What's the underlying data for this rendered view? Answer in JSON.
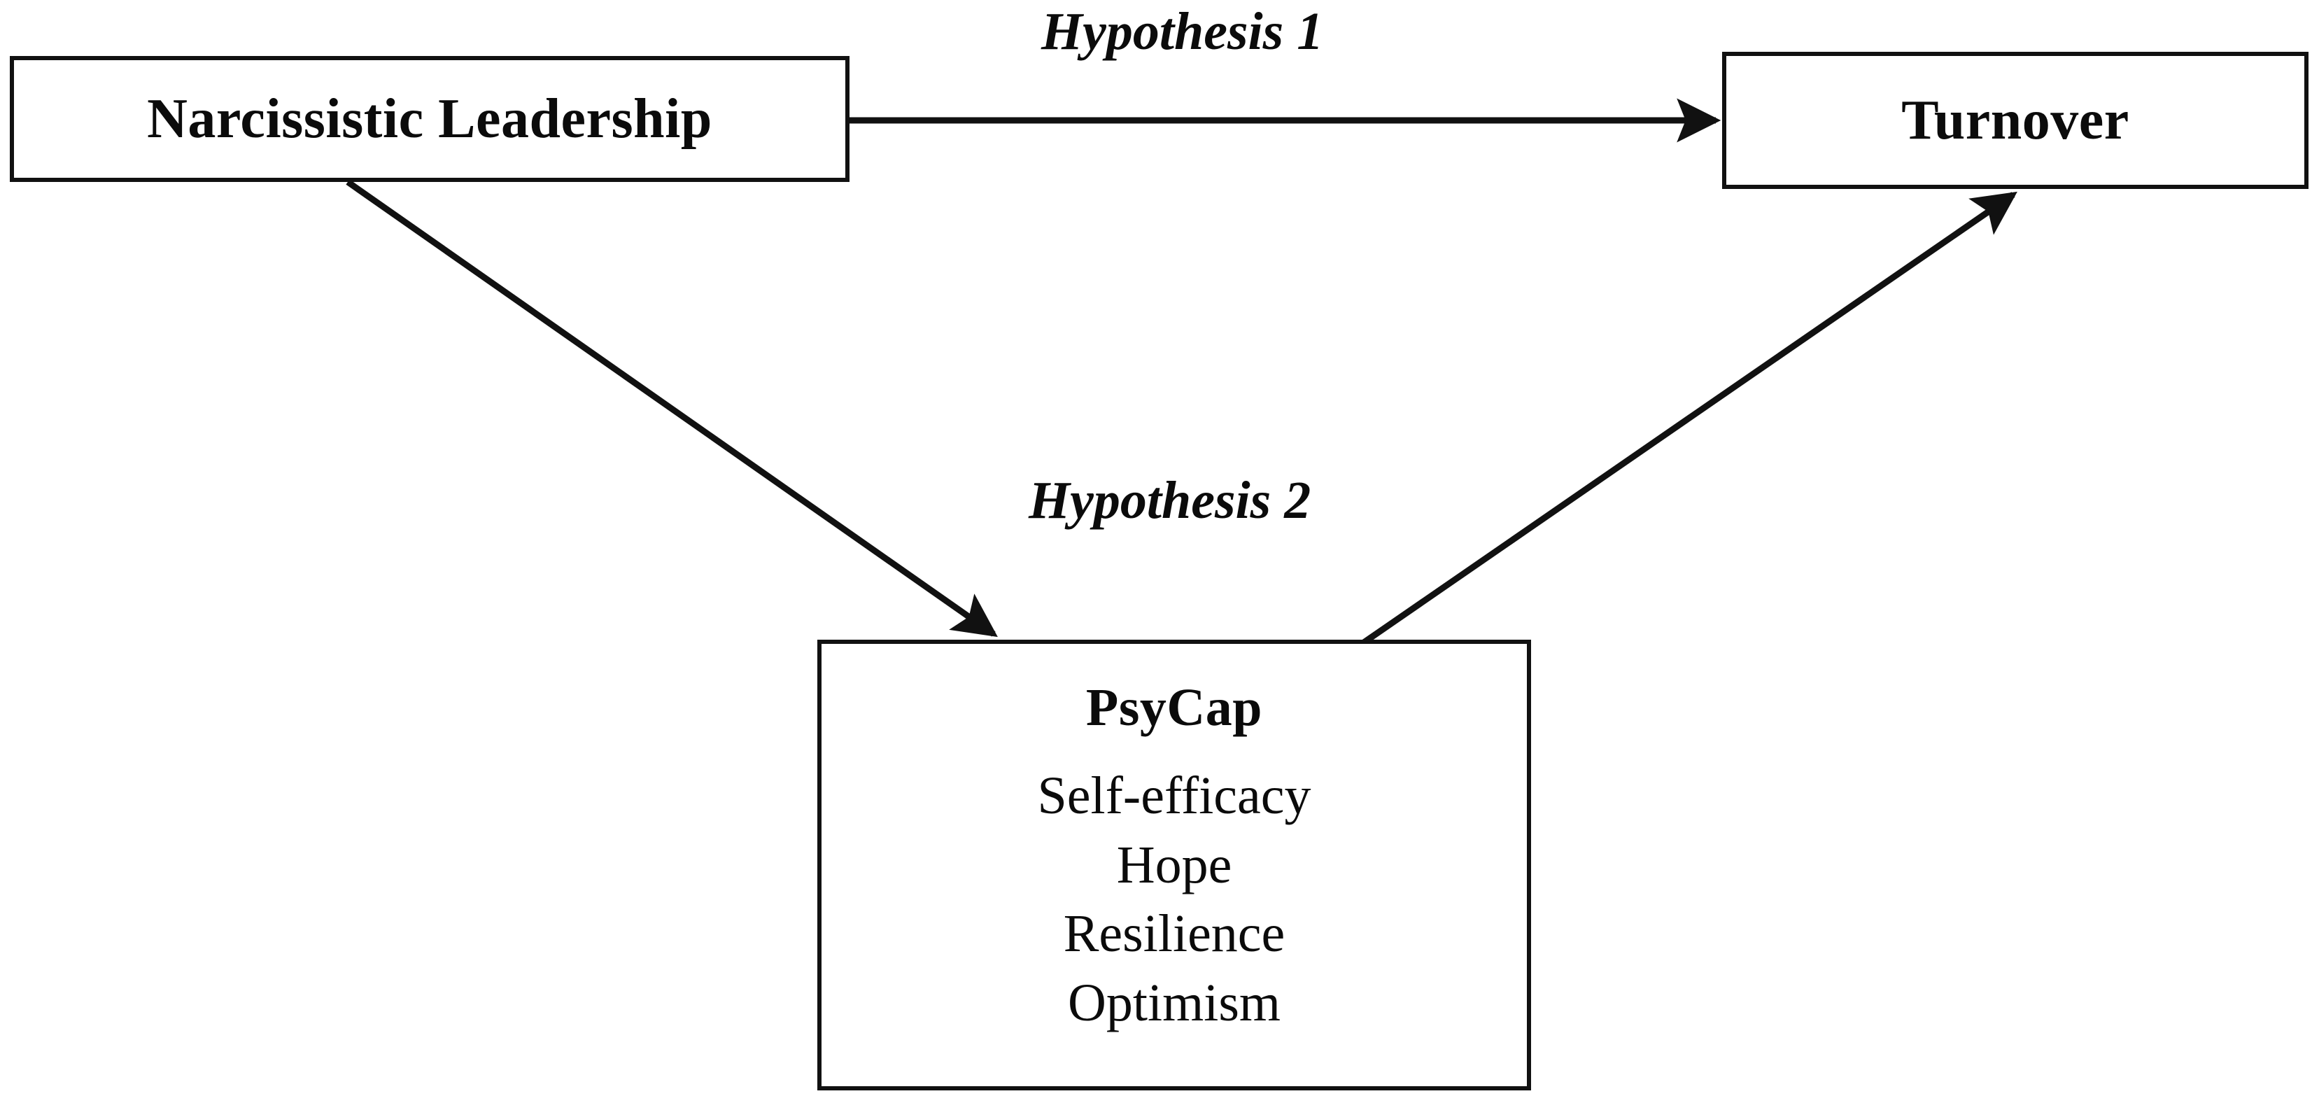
{
  "diagram": {
    "title": "Narcissistic Leadership, PsyCap and Turnover research model",
    "type": "conceptual-path-model",
    "background_color": "#ffffff",
    "line_color": "#111111",
    "text_color": "#0b0b0b",
    "nodes": [
      {
        "id": "narcissistic-leadership",
        "label": "Narcissistic Leadership",
        "shape": "rectangle",
        "bold": true
      },
      {
        "id": "turnover",
        "label": "Turnover",
        "shape": "rectangle",
        "bold": true
      },
      {
        "id": "psycap",
        "label": "PsyCap",
        "shape": "rectangle",
        "bold": true,
        "items": [
          "Self-efficacy",
          "Hope",
          "Resilience",
          "Optimism"
        ]
      }
    ],
    "edges": [
      {
        "id": "hypothesis-1",
        "label": "Hypothesis 1",
        "from": "narcissistic-leadership",
        "to": "turnover",
        "arrow": "single",
        "style": "straight-horizontal"
      },
      {
        "id": "narcissistic-to-psycap",
        "label": "",
        "from": "narcissistic-leadership",
        "to": "psycap",
        "arrow": "single",
        "style": "diagonal"
      },
      {
        "id": "hypothesis-2",
        "label": "Hypothesis 2",
        "from": "psycap",
        "to": "turnover",
        "arrow": "single",
        "style": "diagonal"
      }
    ]
  }
}
